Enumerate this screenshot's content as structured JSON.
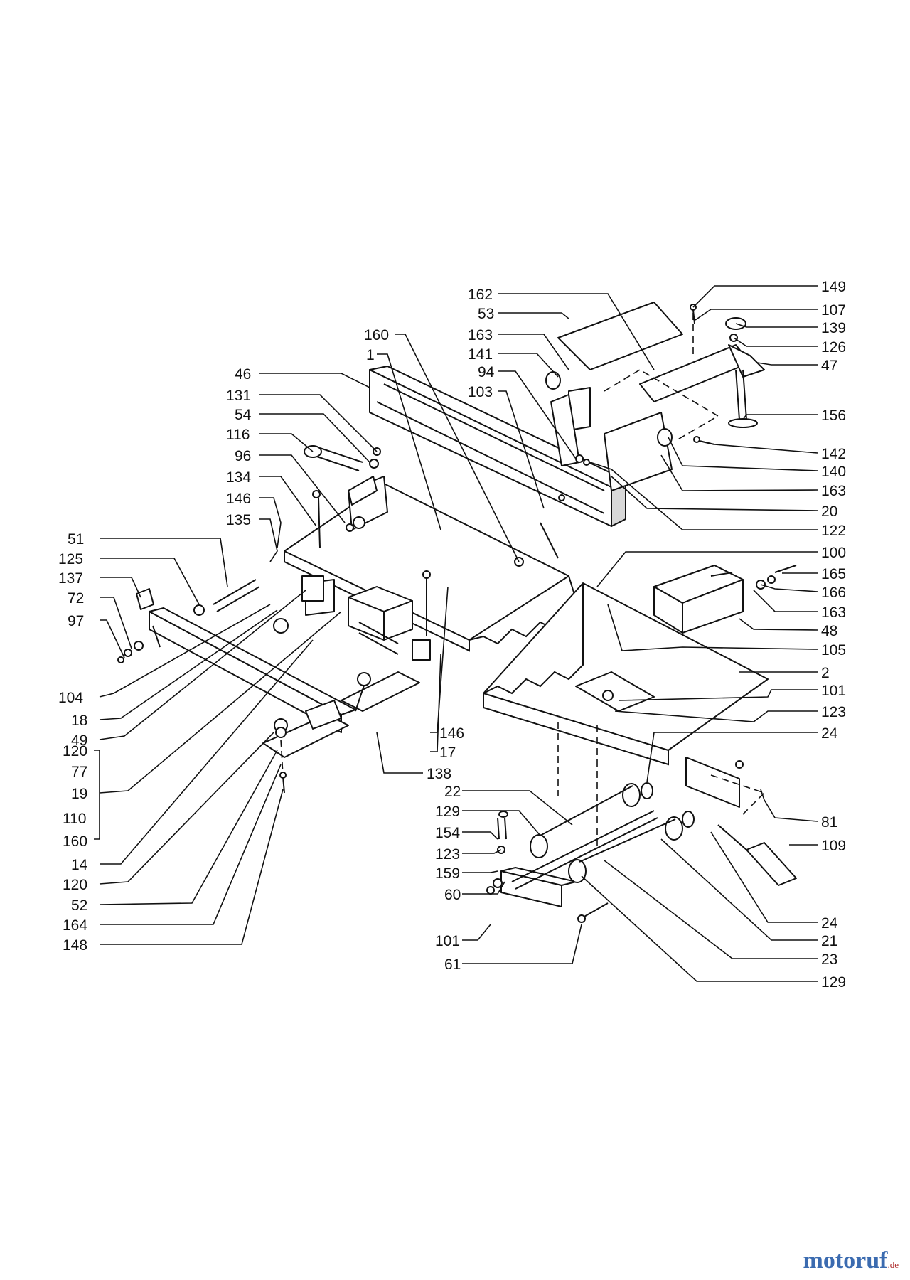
{
  "brand": {
    "name": "motoruf",
    "suffix": ".de"
  },
  "labels": {
    "l149": "149",
    "l107": "107",
    "l139": "139",
    "l126": "126",
    "l47": "47",
    "l156": "156",
    "l142": "142",
    "l140": "140",
    "l163a": "163",
    "l20": "20",
    "l122": "122",
    "l100": "100",
    "l165": "165",
    "l166": "166",
    "l163b": "163",
    "l48": "48",
    "l105": "105",
    "l2": "2",
    "l101a": "101",
    "l123a": "123",
    "l24a": "24",
    "l81": "81",
    "l109": "109",
    "l24b": "24",
    "l21": "21",
    "l23": "23",
    "l129a": "129",
    "l162": "162",
    "l53": "53",
    "l163c": "163",
    "l141": "141",
    "l94": "94",
    "l103": "103",
    "l160a": "160",
    "l1": "1",
    "l46": "46",
    "l131": "131",
    "l54": "54",
    "l116": "116",
    "l96": "96",
    "l134": "134",
    "l146a": "146",
    "l135": "135",
    "l51": "51",
    "l125": "125",
    "l137": "137",
    "l72": "72",
    "l97": "97",
    "l104": "104",
    "l18": "18",
    "l49": "49",
    "l120a": "120",
    "l77": "77",
    "l19": "19",
    "l110": "110",
    "l160b": "160",
    "l14": "14",
    "l120b": "120",
    "l52": "52",
    "l164": "164",
    "l148": "148",
    "l146b": "146",
    "l17": "17",
    "l138": "138",
    "l22": "22",
    "l129b": "129",
    "l154": "154",
    "l123b": "123",
    "l159": "159",
    "l60": "60",
    "l101b": "101",
    "l61": "61"
  }
}
